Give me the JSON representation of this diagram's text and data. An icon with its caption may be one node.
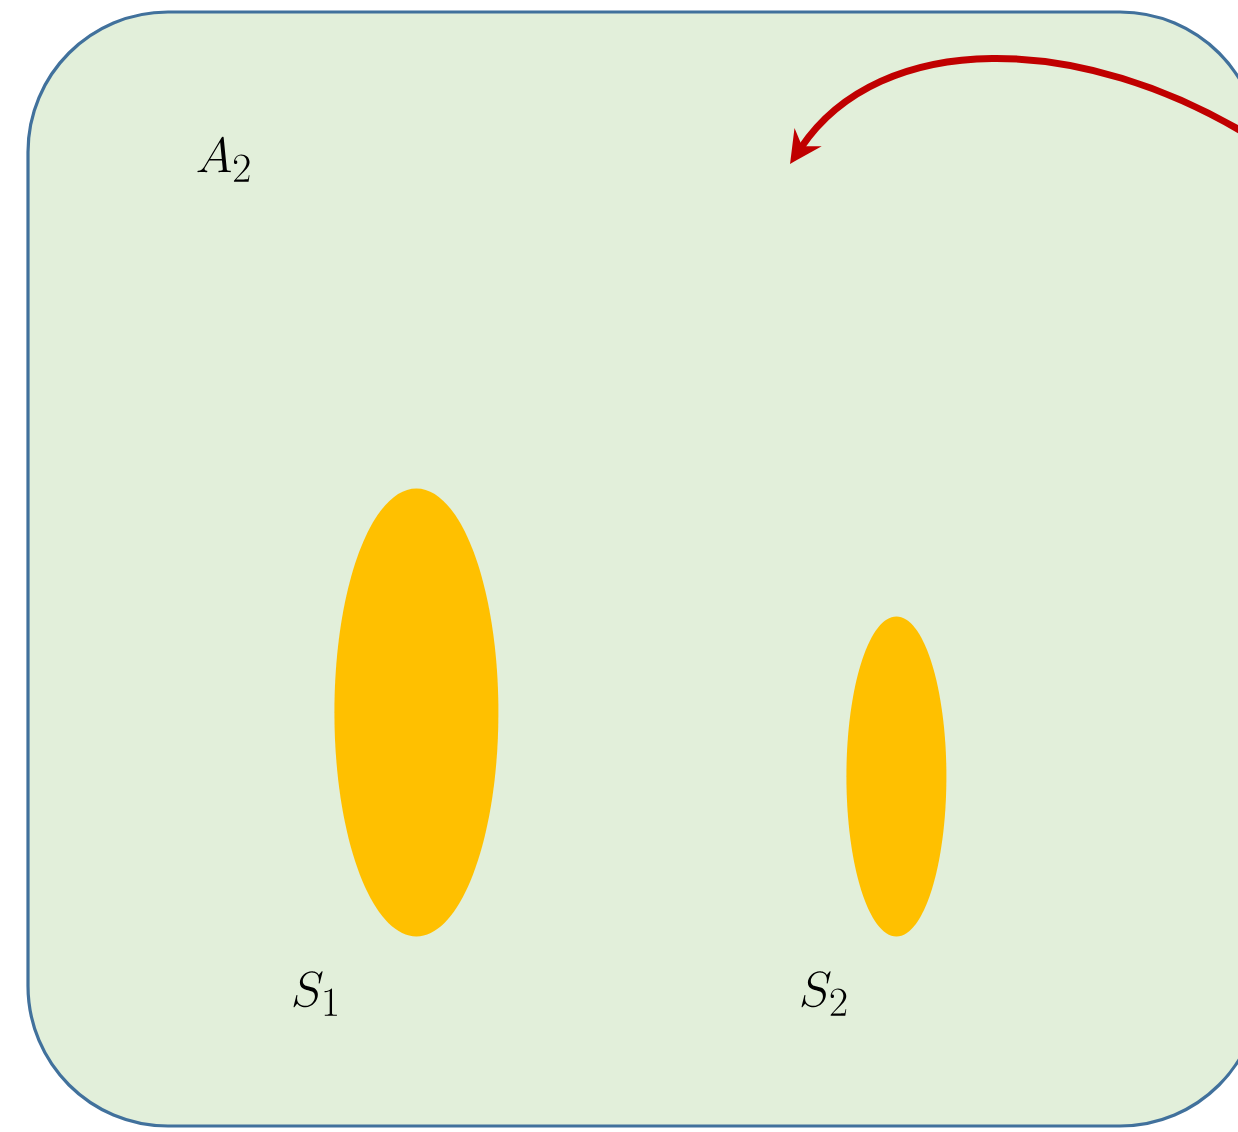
{
  "diagram": {
    "nodes": [
      {
        "text": [
          "A_2"
        ]
      },
      {
        "text": [],
        "shape": "ellipse",
        "in": 0,
        "beside": [
          "S_1"
        ]
      },
      {
        "text": [],
        "shape": "ellipse",
        "in": 0,
        "beside": [
          "S_2"
        ]
      }
    ]
  }
}
